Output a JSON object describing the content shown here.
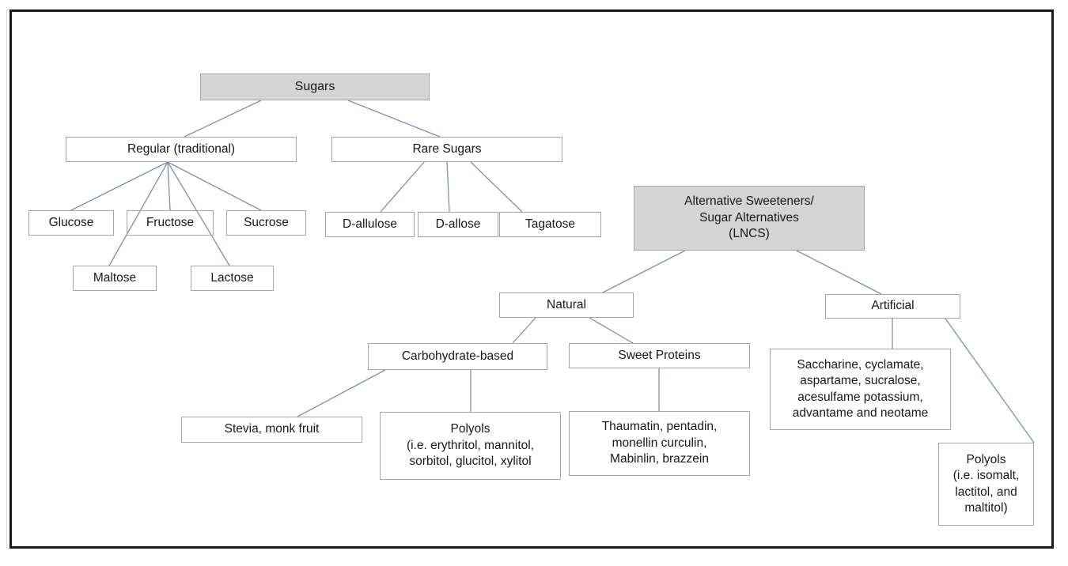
{
  "diagram": {
    "title": "Sugars and Alternative Sweeteners Classification",
    "type": "hierarchy-tree",
    "frame": {
      "outer_color": "#d9d9d9",
      "inner_color": "#1a1a1a"
    },
    "colors": {
      "node_fill": "#ffffff",
      "node_shaded_fill": "#d4d4d4",
      "node_border": "#a6a6a6",
      "connector": "#7f90a8",
      "text": "#181818"
    },
    "nodes": {
      "sugars": {
        "label": "Sugars",
        "shaded": true
      },
      "regular": {
        "label": "Regular (traditional)",
        "shaded": false
      },
      "rare_sugars": {
        "label": "Rare Sugars",
        "shaded": false
      },
      "glucose": {
        "label": "Glucose",
        "shaded": false
      },
      "fructose": {
        "label": "Fructose",
        "shaded": false
      },
      "sucrose": {
        "label": "Sucrose",
        "shaded": false
      },
      "maltose": {
        "label": "Maltose",
        "shaded": false
      },
      "lactose": {
        "label": "Lactose",
        "shaded": false
      },
      "d_allulose": {
        "label": "D-allulose",
        "shaded": false
      },
      "d_allose": {
        "label": "D-allose",
        "shaded": false
      },
      "tagatose": {
        "label": "Tagatose",
        "shaded": false
      },
      "alternative_sweeteners": {
        "label": "Alternative Sweeteners/\nSugar Alternatives\n(LNCS)",
        "shaded": true
      },
      "natural": {
        "label": "Natural",
        "shaded": false
      },
      "artificial": {
        "label": "Artificial",
        "shaded": false
      },
      "carbohydrate_based": {
        "label": "Carbohydrate-based",
        "shaded": false
      },
      "sweet_proteins": {
        "label": "Sweet Proteins",
        "shaded": false
      },
      "stevia_monk_fruit": {
        "label": "Stevia, monk fruit",
        "shaded": false
      },
      "polyols_natural": {
        "label": "Polyols\n(i.e. erythritol, mannitol,\nsorbitol, glucitol, xylitol",
        "shaded": false
      },
      "sweet_protein_list": {
        "label": "Thaumatin, pentadin,\nmonellin curculin,\nMabinlin, brazzein",
        "shaded": false
      },
      "artificial_list": {
        "label": "Saccharine, cyclamate,\naspartame, sucralose,\nacesulfame potassium,\nadvantame and neotame",
        "shaded": false
      },
      "polyols_artificial": {
        "label": "Polyols\n(i.e.  isomalt,\nlactitol, and\nmaltitol)",
        "shaded": false
      }
    },
    "edges": [
      {
        "from": "sugars",
        "to": "regular"
      },
      {
        "from": "sugars",
        "to": "rare_sugars"
      },
      {
        "from": "regular",
        "to": "glucose"
      },
      {
        "from": "regular",
        "to": "fructose"
      },
      {
        "from": "regular",
        "to": "sucrose"
      },
      {
        "from": "regular",
        "to": "maltose"
      },
      {
        "from": "regular",
        "to": "lactose"
      },
      {
        "from": "rare_sugars",
        "to": "d_allulose"
      },
      {
        "from": "rare_sugars",
        "to": "d_allose"
      },
      {
        "from": "rare_sugars",
        "to": "tagatose"
      },
      {
        "from": "alternative_sweeteners",
        "to": "natural"
      },
      {
        "from": "alternative_sweeteners",
        "to": "artificial"
      },
      {
        "from": "natural",
        "to": "carbohydrate_based"
      },
      {
        "from": "natural",
        "to": "sweet_proteins"
      },
      {
        "from": "carbohydrate_based",
        "to": "stevia_monk_fruit"
      },
      {
        "from": "carbohydrate_based",
        "to": "polyols_natural"
      },
      {
        "from": "sweet_proteins",
        "to": "sweet_protein_list"
      },
      {
        "from": "artificial",
        "to": "artificial_list"
      },
      {
        "from": "artificial",
        "to": "polyols_artificial"
      }
    ]
  }
}
